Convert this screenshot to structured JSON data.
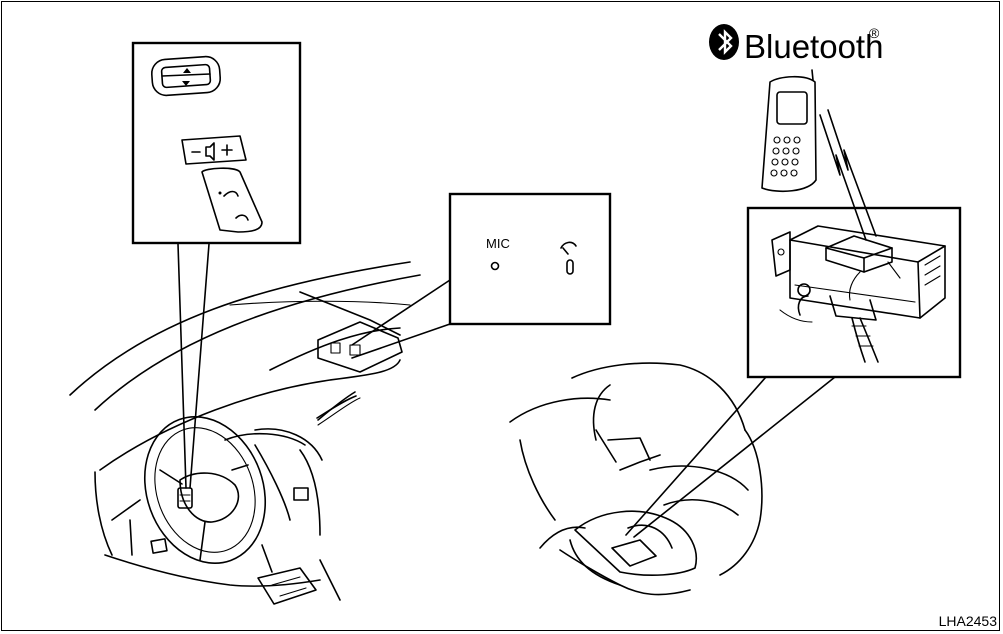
{
  "brand": {
    "name": "Bluetooth",
    "mark": "®",
    "icon": "bluetooth-rune-icon"
  },
  "callouts": {
    "mic_label": "MIC"
  },
  "figure_id": "LHA2453",
  "colors": {
    "line": "#000000",
    "background": "#ffffff"
  }
}
